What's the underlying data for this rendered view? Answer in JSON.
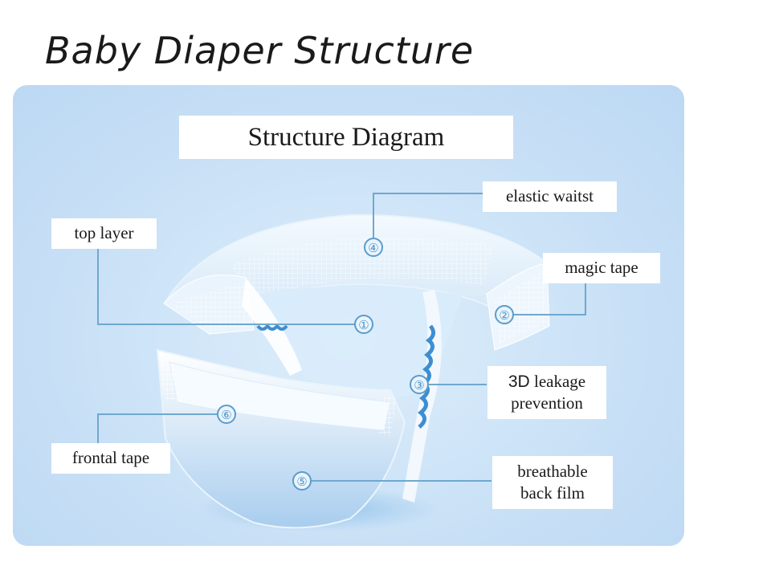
{
  "page_title": "Baby Diaper Structure",
  "diagram_heading": "Structure Diagram",
  "labels": {
    "elastic_waist": "elastic waitst",
    "top_layer": "top layer",
    "magic_tape": "magic tape",
    "leakage_prefix": "3D",
    "leakage_line1": "leakage",
    "leakage_line2": "prevention",
    "frontal_tape": "frontal tape",
    "back_film_line1": "breathable",
    "back_film_line2": "back film"
  },
  "markers": [
    "①",
    "②",
    "③",
    "④",
    "⑤",
    "⑥"
  ],
  "colors": {
    "panel": "#c8e0f6",
    "leader_line": "#6fa8cf",
    "marker_ring": "#5a9ccc"
  }
}
